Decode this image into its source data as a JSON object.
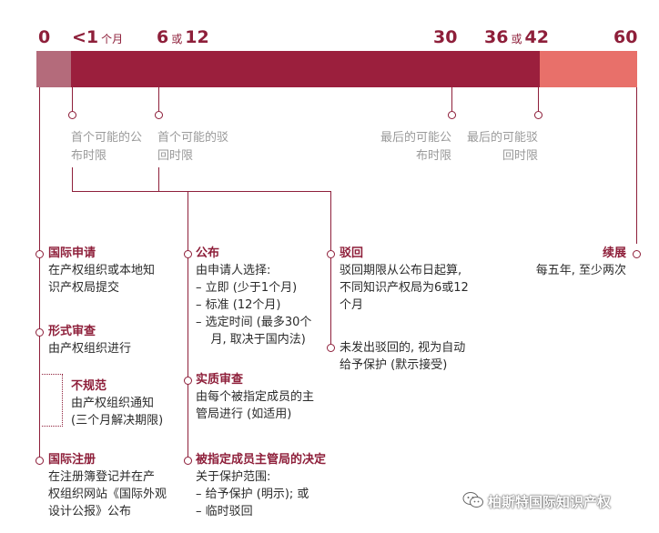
{
  "timeline": {
    "tick_0": "0",
    "tick_lt1": "<1",
    "tick_lt1_unit": "个月",
    "tick_6": "6",
    "tick_or_a": "或",
    "tick_12": "12",
    "tick_30": "30",
    "tick_36": "36",
    "tick_or_b": "或",
    "tick_42": "42",
    "tick_60": "60"
  },
  "markers": {
    "m1_line1": "首个可能的公",
    "m1_line2": "布时限",
    "m2_line1": "首个可能的驳",
    "m2_line2": "回时限",
    "m3_line1": "最后的可能公",
    "m3_line2": "布时限",
    "m4_line1": "最后的可能驳",
    "m4_line2": "回时限"
  },
  "col1": {
    "intl_app_title": "国际申请",
    "intl_app_l1": "在产权组织或本地知",
    "intl_app_l2": "识产权局提交",
    "formal_title": "形式审查",
    "formal_l1": "由产权组织进行",
    "irregular_title": "不规范",
    "irregular_l1": "由产权组织通知",
    "irregular_l2": "(三个月解决期限)",
    "reg_title": "国际注册",
    "reg_l1": "在注册簿登记并在产",
    "reg_l2": "权组织网站《国际外观",
    "reg_l3": "设计公报》公布"
  },
  "col2": {
    "pub_title": "公布",
    "pub_l1": "由申请人选择:",
    "pub_l2": "–  立即 (少于1个月)",
    "pub_l3": "–  标准 (12个月)",
    "pub_l4": "–  选定时间 (最多30个",
    "pub_l5": "    月, 取决于国内法)",
    "sub_title": "实质审查",
    "sub_l1": "由每个被指定成员的主",
    "sub_l2": "管局进行 (如适用)",
    "dec_title": "被指定成员主管局的决定",
    "dec_l1": "关于保护范围:",
    "dec_l2": "–  给予保护 (明示); 或",
    "dec_l3": "–  临时驳回"
  },
  "col3": {
    "ref_title": "驳回",
    "ref_l1": "驳回期限从公布日起算,",
    "ref_l2": "不同知识产权局为6或12",
    "ref_l3": "个月",
    "auto_l1": "未发出驳回的, 视为自动",
    "auto_l2": "给予保护 (默示接受)"
  },
  "col4": {
    "renew_title": "续展",
    "renew_l1": "每五年, 至少两次"
  },
  "watermark": {
    "text": "柏斯特国际知识产权"
  },
  "colors": {
    "main": "#9b1f3d",
    "start": "#b46b7b",
    "renewal": "#e8706a",
    "accent": "#8e1f3a"
  }
}
